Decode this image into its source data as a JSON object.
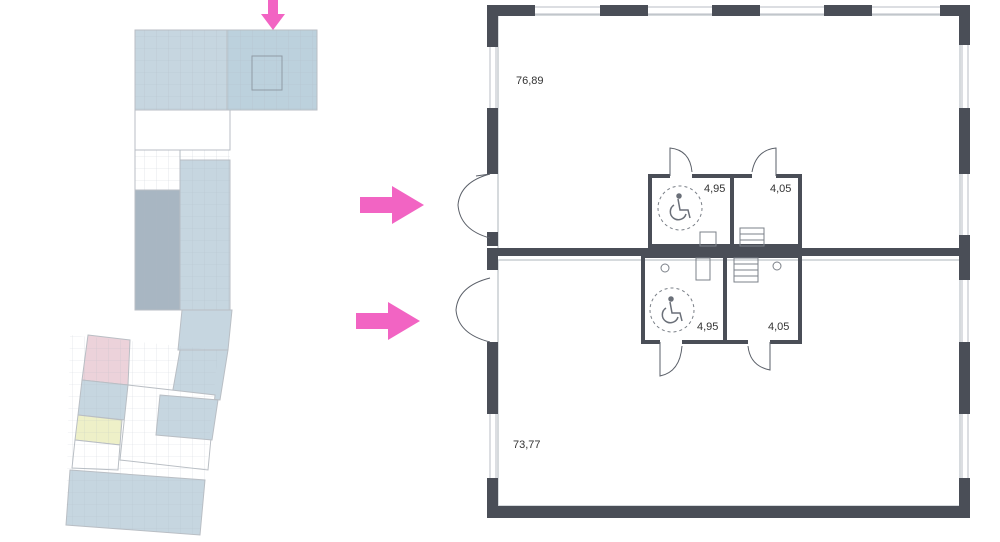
{
  "colors": {
    "wall": "#4a4e57",
    "window": "#ffffff",
    "arrow": "#f264c3",
    "unit_blue": "#c6d6e0",
    "unit_blue_selected": "#bcd1dd",
    "unit_dark": "#a8b6c2",
    "unit_pink": "#ecd2da",
    "unit_yellow": "#eef0c8",
    "plan_line": "#b9bec4",
    "dashed": "#7b8088"
  },
  "icons": {
    "accessible": "wheelchair-icon",
    "pointer": "arrow-icon",
    "sink": "sink-icon",
    "stairs": "stairs-icon"
  },
  "premises": {
    "upper": {
      "main_area": "76,89",
      "wc_area": "4,95",
      "storage_area": "4,05"
    },
    "lower": {
      "main_area": "73,77",
      "wc_area": "4,95",
      "storage_area": "4,05"
    }
  }
}
